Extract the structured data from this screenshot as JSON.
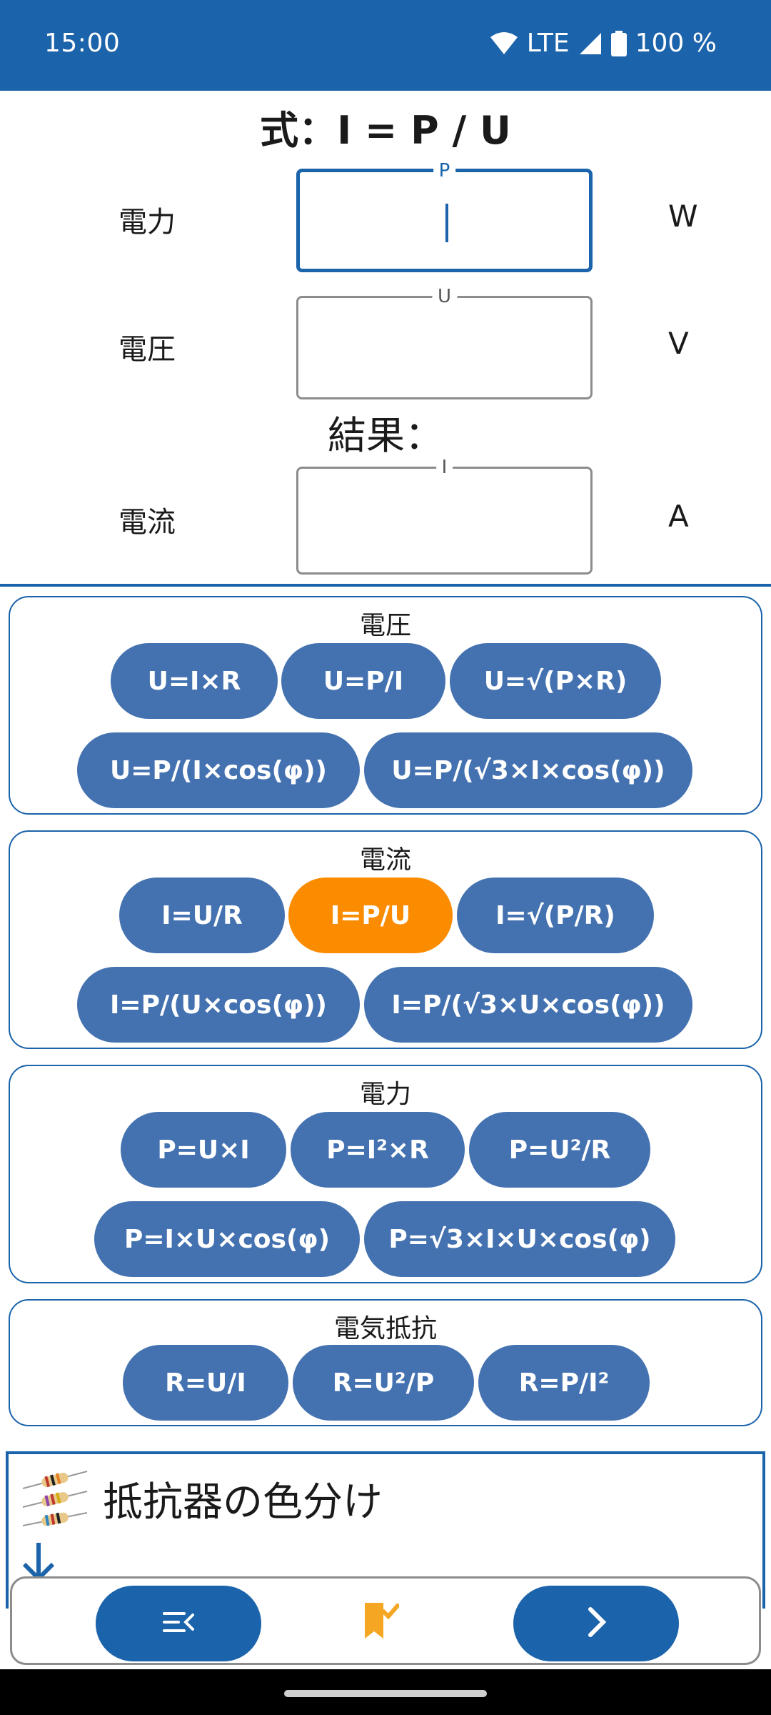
{
  "status_bar": {
    "time": "15:00",
    "network": "LTE",
    "battery": "100 %"
  },
  "formula": "式：I = P / U",
  "inputs": {
    "power": {
      "label": "電力",
      "legend": "P",
      "unit": "W"
    },
    "voltage": {
      "label": "電圧",
      "legend": "U",
      "unit": "V"
    }
  },
  "result": {
    "label": "結果：",
    "current": {
      "label": "電流",
      "legend": "I",
      "unit": "A"
    }
  },
  "groups": {
    "voltage": {
      "title": "電圧",
      "formulas": [
        "U=I×R",
        "U=P/I",
        "U=√(P×R)",
        "U=P/(I×cos(φ))",
        "U=P/(√3×I×cos(φ))"
      ]
    },
    "current": {
      "title": "電流",
      "formulas": [
        "I=U/R",
        "I=P/U",
        "I=√(P/R)",
        "I=P/(U×cos(φ))",
        "I=P/(√3×U×cos(φ))"
      ],
      "selected": "I=P/U"
    },
    "power": {
      "title": "電力",
      "formulas": [
        "P=U×I",
        "P=I²×R",
        "P=U²/R",
        "P=I×U×cos(φ)",
        "P=√3×I×U×cos(φ)"
      ]
    },
    "resistance": {
      "title": "電気抵抗",
      "formulas": [
        "R=U/I",
        "R=U²/P",
        "R=P/I²"
      ]
    }
  },
  "resistor_card": {
    "title": "抵抗器の色分け"
  },
  "colors": {
    "primary": "#1b63aa",
    "chip": "#4472b0",
    "selected": "#fb8c00",
    "bookmark": "#f5a623"
  },
  "icons": {
    "nav_left": "menu-collapse-icon",
    "nav_middle": "bookmark-check-icon",
    "nav_right": "chevron-right-icon"
  }
}
